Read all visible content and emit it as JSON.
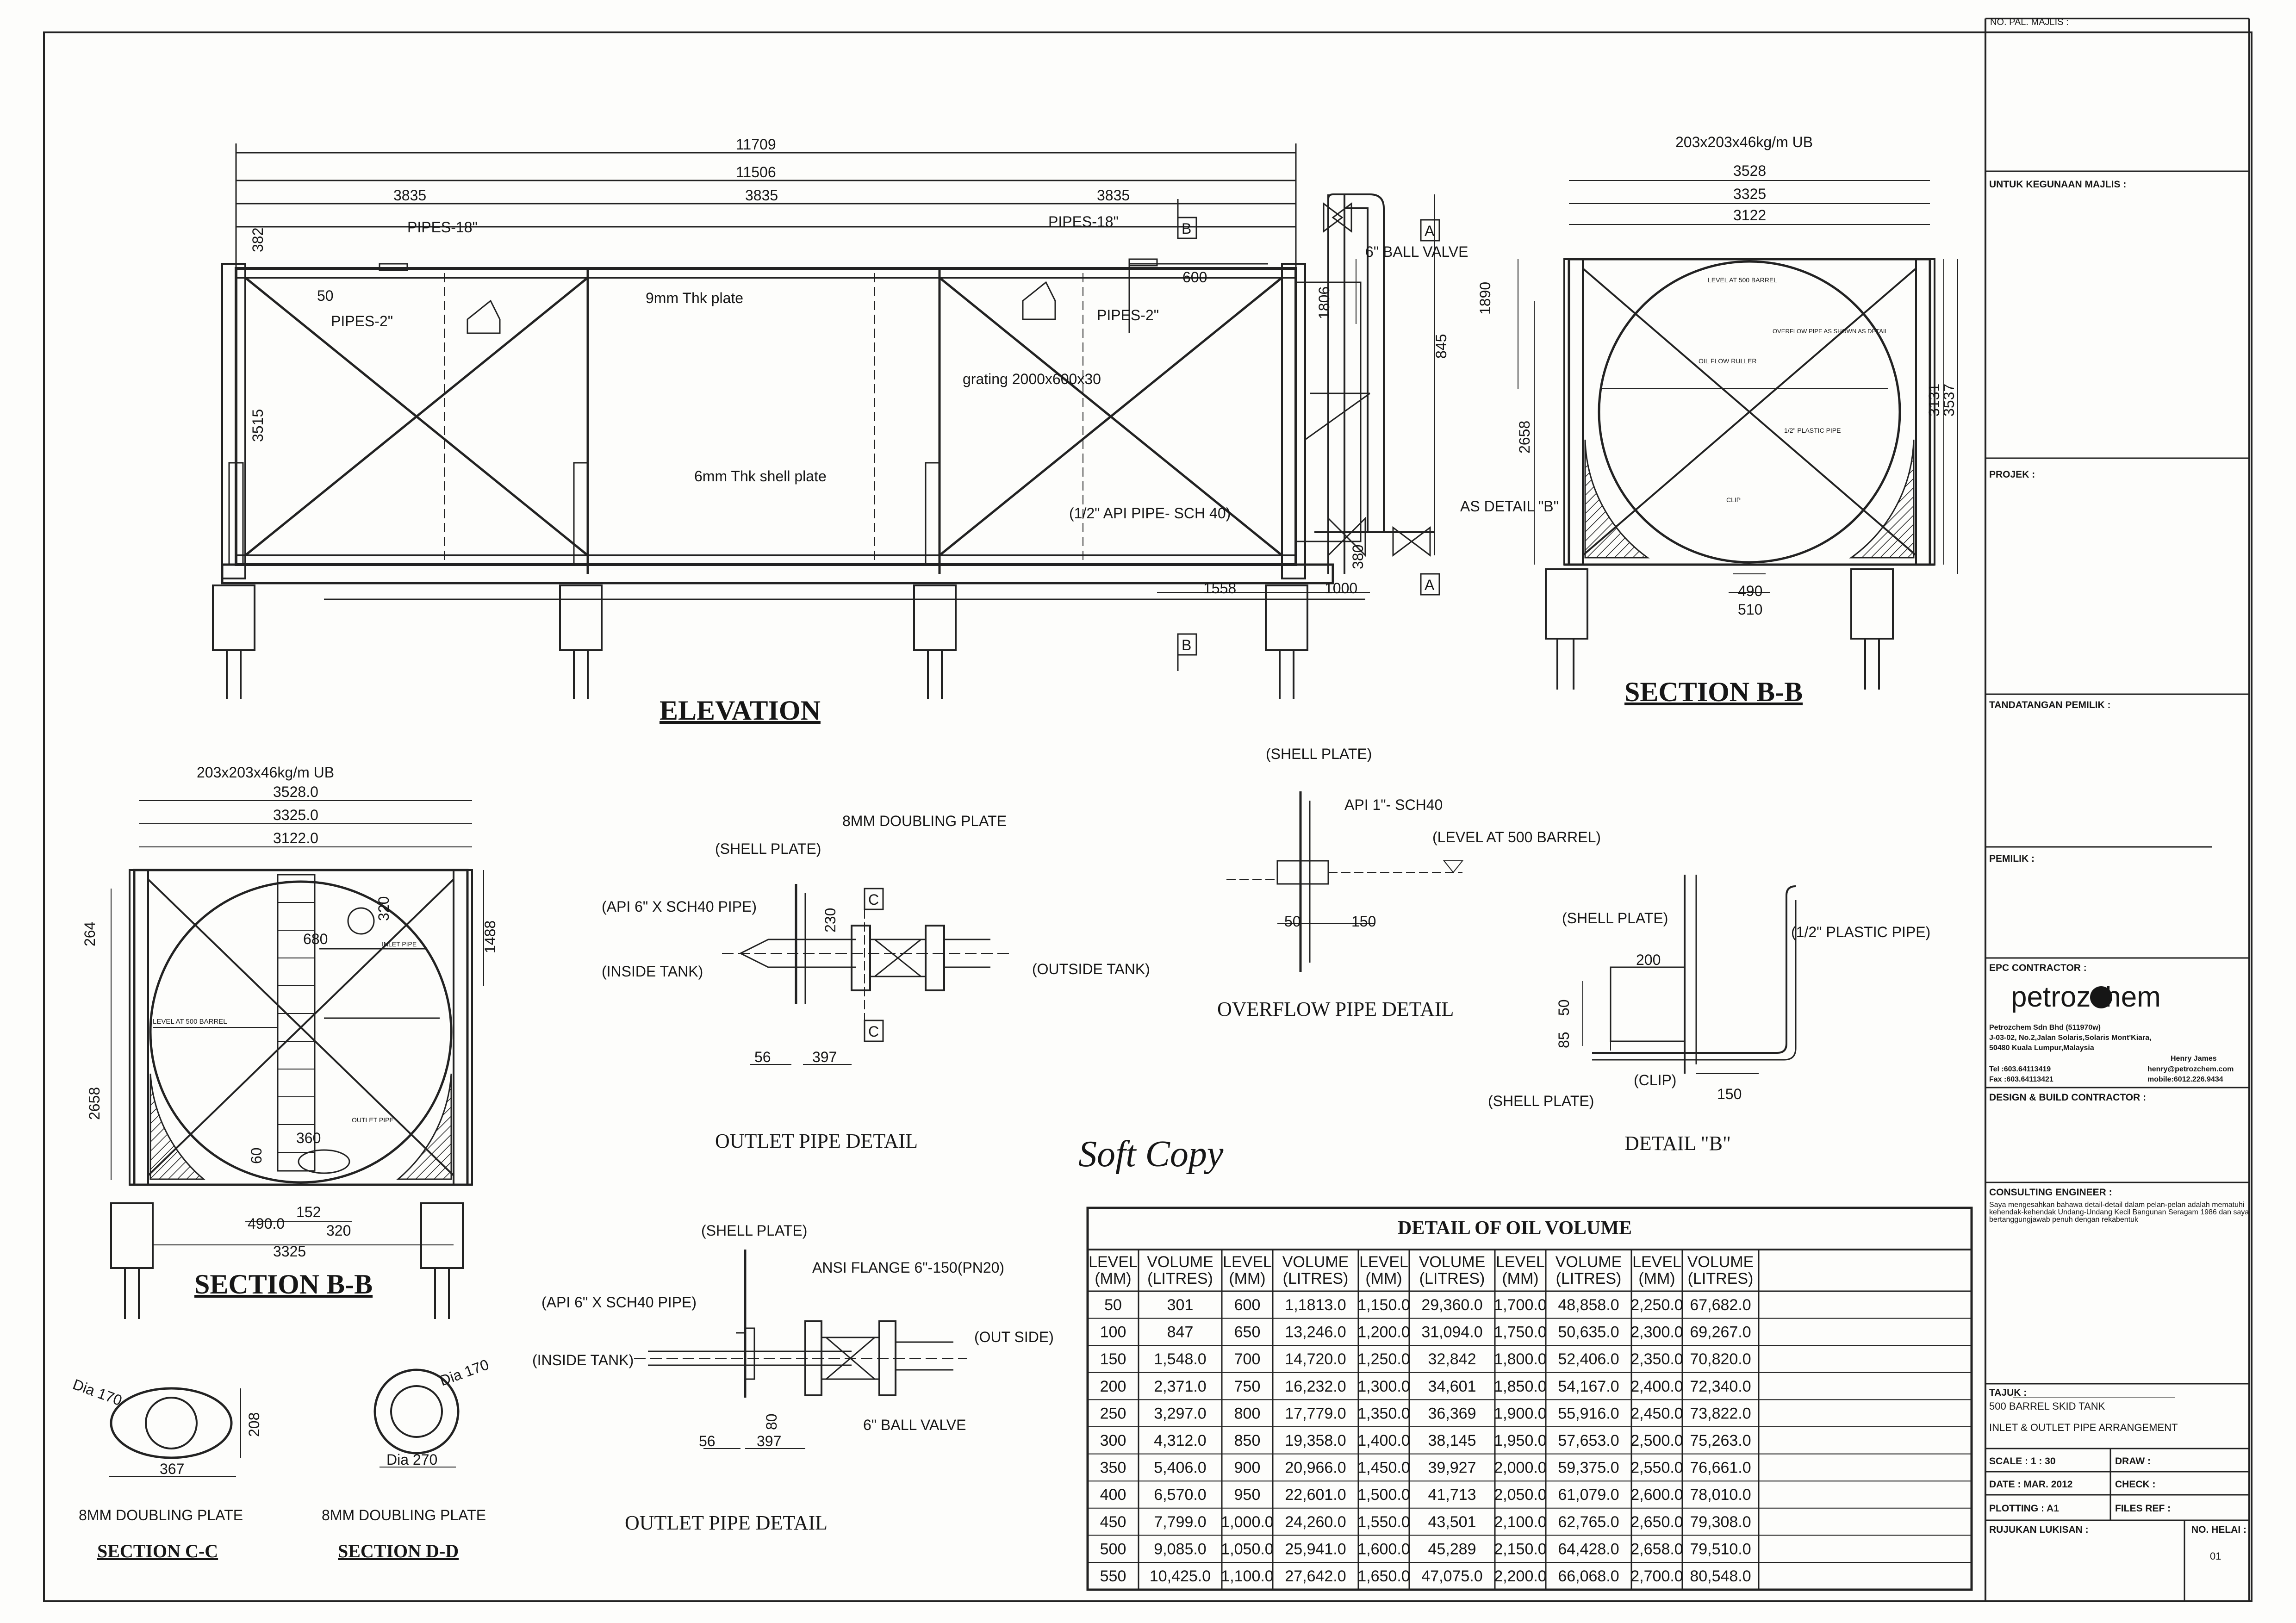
{
  "sheet_ref": "NO. PAL. MAJLIS :",
  "elevation": {
    "title": "ELEVATION",
    "dims": [
      "11709",
      "11506",
      "3835",
      "3835",
      "3835",
      "382",
      "3515",
      "50",
      "600",
      "1806",
      "1890",
      "845",
      "1558",
      "1000",
      "380"
    ],
    "labels": {
      "pipes18a": "PIPES-18\"",
      "pipes18b": "PIPES-18\"",
      "pipes2a": "PIPES-2\"",
      "pipes2b": "PIPES-2\"",
      "plate9": "9mm Thk plate",
      "grating": "grating 2000x600x30",
      "shell6": "6mm Thk shell plate",
      "api_pipe": "(1/2\" API PIPE- SCH 40)",
      "ball_valve": "6\" BALL VALVE",
      "as_detail": "AS DETAIL \"B\"",
      "sec_a1": "A",
      "sec_a2": "A",
      "sec_b1": "B",
      "sec_b2": "B"
    }
  },
  "section_bb_top": {
    "title": "SECTION B-B",
    "beam": "203x203x46kg/m UB",
    "dims": [
      "3528",
      "3325",
      "3122",
      "2658",
      "3131",
      "3537",
      "490",
      "510"
    ],
    "labels": {
      "level": "LEVEL AT 500 BARREL",
      "overflow": "OVERFLOW PIPE AS SHOWN AS DETAIL",
      "roller": "OIL FLOW RULLER",
      "plastic": "1/2\" PLASTIC PIPE",
      "clip": "CLIP"
    }
  },
  "section_bb_bottom": {
    "title": "SECTION B-B",
    "beam": "203x203x46kg/m UB",
    "dims": [
      "3528.0",
      "3325.0",
      "3122.0",
      "264",
      "2658",
      "1488",
      "320",
      "680",
      "360",
      "60",
      "490.0",
      "152",
      "320",
      "3325"
    ],
    "labels": {
      "level": "LEVEL AT 500 BARREL",
      "inlet": "INLET PIPE",
      "outlet": "OUTLET PIPE"
    }
  },
  "outlet_detail_1": {
    "title": "OUTLET PIPE DETAIL",
    "labels": {
      "doubling": "8MM DOUBLING PLATE",
      "shell": "(SHELL PLATE)",
      "api": "(API 6\" X SCH40 PIPE)",
      "inside": "(INSIDE TANK)",
      "outside": "(OUTSIDE TANK)",
      "c1": "C",
      "c2": "C"
    },
    "dims": [
      "230",
      "56",
      "397"
    ]
  },
  "overflow_detail": {
    "title": "OVERFLOW PIPE DETAIL",
    "labels": {
      "shell": "(SHELL PLATE)",
      "api": "API 1\"- SCH40",
      "level": "(LEVEL AT 500 BARREL)"
    },
    "dims": [
      "50",
      "150"
    ]
  },
  "detail_b": {
    "title": "DETAIL \"B\"",
    "labels": {
      "shell1": "(SHELL PLATE)",
      "shell2": "(SHELL PLATE)",
      "plastic": "(1/2\" PLASTIC PIPE)",
      "clip": "(CLIP)"
    },
    "dims": [
      "200",
      "50",
      "85",
      "150"
    ]
  },
  "outlet_detail_2": {
    "title": "OUTLET PIPE DETAIL",
    "labels": {
      "shell": "(SHELL PLATE)",
      "flange": "ANSI FLANGE 6\"-150(PN20)",
      "api": "(API 6\" X SCH40 PIPE)",
      "inside": "(INSIDE TANK)",
      "outside": "(OUT SIDE)",
      "valve": "6\" BALL VALVE"
    },
    "dims": [
      "80",
      "56",
      "397"
    ]
  },
  "section_cc": {
    "title": "SECTION C-C",
    "caption": "8MM DOUBLING PLATE",
    "dims": [
      "Dia 170",
      "208",
      "367"
    ]
  },
  "section_dd": {
    "title": "SECTION D-D",
    "caption": "8MM DOUBLING PLATE",
    "dims": [
      "Dia 170",
      "Dia 270"
    ]
  },
  "handwritten_note": "Soft Copy",
  "oil_table": {
    "title": "DETAIL OF OIL VOLUME",
    "headers": [
      [
        "LEVEL",
        "(MM)"
      ],
      [
        "VOLUME",
        "(LITRES)"
      ],
      [
        "LEVEL",
        "(MM)"
      ],
      [
        "VOLUME",
        "(LITRES)"
      ],
      [
        "LEVEL",
        "(MM)"
      ],
      [
        "VOLUME",
        "(LITRES)"
      ],
      [
        "LEVEL",
        "(MM)"
      ],
      [
        "VOLUME",
        "(LITRES)"
      ],
      [
        "LEVEL",
        "(MM)"
      ],
      [
        "VOLUME",
        "(LITRES)"
      ]
    ],
    "rows": [
      [
        "50",
        "301",
        "600",
        "1,1813.0",
        "1,150.0",
        "29,360.0",
        "1,700.0",
        "48,858.0",
        "2,250.0",
        "67,682.0"
      ],
      [
        "100",
        "847",
        "650",
        "13,246.0",
        "1,200.0",
        "31,094.0",
        "1,750.0",
        "50,635.0",
        "2,300.0",
        "69,267.0"
      ],
      [
        "150",
        "1,548.0",
        "700",
        "14,720.0",
        "1,250.0",
        "32,842",
        "1,800.0",
        "52,406.0",
        "2,350.0",
        "70,820.0"
      ],
      [
        "200",
        "2,371.0",
        "750",
        "16,232.0",
        "1,300.0",
        "34,601",
        "1,850.0",
        "54,167.0",
        "2,400.0",
        "72,340.0"
      ],
      [
        "250",
        "3,297.0",
        "800",
        "17,779.0",
        "1,350.0",
        "36,369",
        "1,900.0",
        "55,916.0",
        "2,450.0",
        "73,822.0"
      ],
      [
        "300",
        "4,312.0",
        "850",
        "19,358.0",
        "1,400.0",
        "38,145",
        "1,950.0",
        "57,653.0",
        "2,500.0",
        "75,263.0"
      ],
      [
        "350",
        "5,406.0",
        "900",
        "20,966.0",
        "1,450.0",
        "39,927",
        "2,000.0",
        "59,375.0",
        "2,550.0",
        "76,661.0"
      ],
      [
        "400",
        "6,570.0",
        "950",
        "22,601.0",
        "1,500.0",
        "41,713",
        "2,050.0",
        "61,079.0",
        "2,600.0",
        "78,010.0"
      ],
      [
        "450",
        "7,799.0",
        "1,000.0",
        "24,260.0",
        "1,550.0",
        "43,501",
        "2,100.0",
        "62,765.0",
        "2,650.0",
        "79,308.0"
      ],
      [
        "500",
        "9,085.0",
        "1,050.0",
        "25,941.0",
        "1,600.0",
        "45,289",
        "2,150.0",
        "64,428.0",
        "2,658.0",
        "79,510.0"
      ],
      [
        "550",
        "10,425.0",
        "1,100.0",
        "27,642.0",
        "1,650.0",
        "47,075.0",
        "2,200.0",
        "66,068.0",
        "2,700.0",
        "80,548.0"
      ]
    ]
  },
  "title_block": {
    "purpose": "UNTUK KEGUNAAN MAJLIS :",
    "project": "PROJEK :",
    "owner_sign": "TANDATANGAN PEMILIK :",
    "owner": "PEMILIK :",
    "epc": "EPC CONTRACTOR :",
    "company_logo": "petrozchem",
    "company_name": "Petrozchem Sdn Bhd (511970w)",
    "company_addr1": "J-03-02, No.2,Jalan Solaris,Solaris Mont'Kiara,",
    "company_addr2": "50480 Kuala Lumpur,Malaysia",
    "contact_name": "Henry James",
    "tel": "Tel :603.64113419",
    "fax": "Fax :603.64113421",
    "email": "henry@petrozchem.com",
    "mobile": "mobile:6012.226.9434",
    "dnb": "DESIGN & BUILD CONTRACTOR :",
    "engineer": "CONSULTING ENGINEER :",
    "engineer_note1": "Saya mengesahkan bahawa detail-detail dalam pelan-pelan adalah mematuhi",
    "engineer_note2": "kehendak-kehendak Undang-Undang Kecil Bangunan Seragam 1986 dan saya",
    "engineer_note3": "bertanggungjawab penuh dengan rekabentuk",
    "tajuk": "TAJUK :",
    "title1": "500 BARREL SKID TANK",
    "title2": "INLET & OUTLET PIPE ARRANGEMENT",
    "scale": "SCALE : 1 : 30",
    "draw": "DRAW :",
    "date": "DATE : MAR. 2012",
    "check": "CHECK :",
    "plotting": "PLOTTING : A1",
    "files": "FILES REF :",
    "rujukan": "RUJUKAN LUKISAN :",
    "no_helai": "NO. HELAI :",
    "sheet_no": "01"
  }
}
